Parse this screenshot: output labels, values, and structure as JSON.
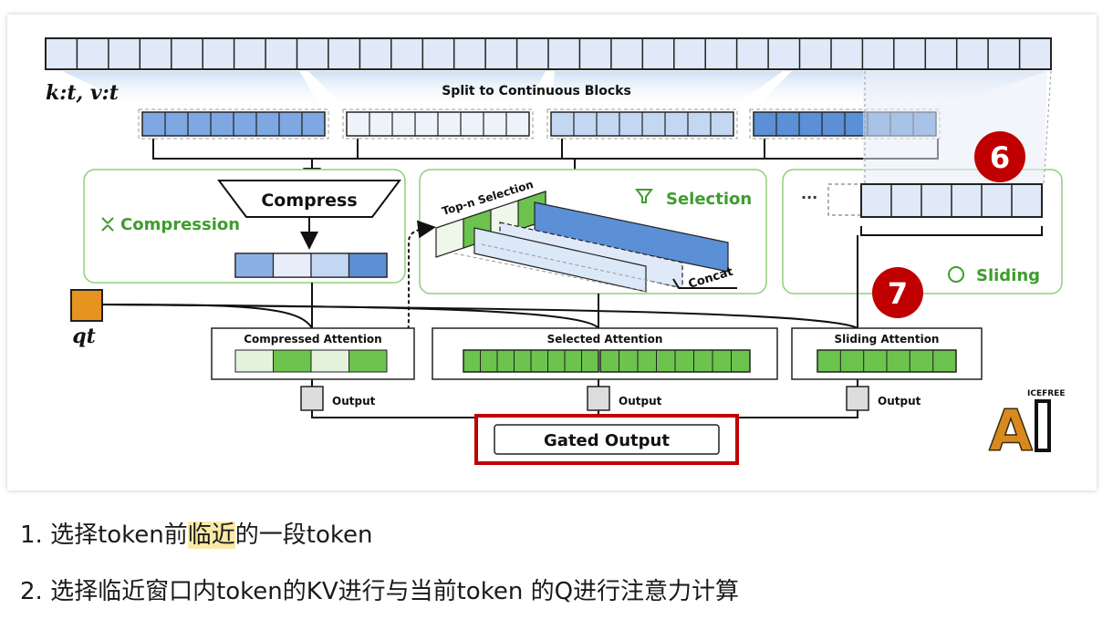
{
  "diagram": {
    "kv_label": "k:t, v:t",
    "split_label": "Split to Continuous Blocks",
    "compress_label": "Compress",
    "compression_label": "Compression",
    "topn_label": "Top-n Selection",
    "selection_label": "Selection",
    "concat_label": "Concat",
    "sliding_label": "Sliding",
    "ellipsis": "···",
    "q_label": "qt",
    "compressed_attention_label": "Compressed Attention",
    "selected_attention_label": "Selected Attention",
    "sliding_attention_label": "Sliding Attention",
    "output_label": "Output",
    "gated_output_label": "Gated Output",
    "badge_6": "6",
    "badge_7": "7",
    "logo_text": "ICEFREE",
    "logo_letter": "A"
  },
  "notes": {
    "line1_prefix": "1. 选择token前",
    "line1_highlight": "临近",
    "line1_suffix": "的一段token",
    "line2": "2. 选择临近窗口内token的KV进行与当前token 的Q进行注意力计算"
  },
  "colors": {
    "green_border": "#8fcf7a",
    "green_fill": "#6cc34e",
    "light_green": "#e4f3de",
    "blue_fill": "#5b8fd6",
    "light_blue": "#dfe9f8",
    "orange": "#e69320",
    "red_badge": "#c00000",
    "red_box": "#c00000"
  }
}
